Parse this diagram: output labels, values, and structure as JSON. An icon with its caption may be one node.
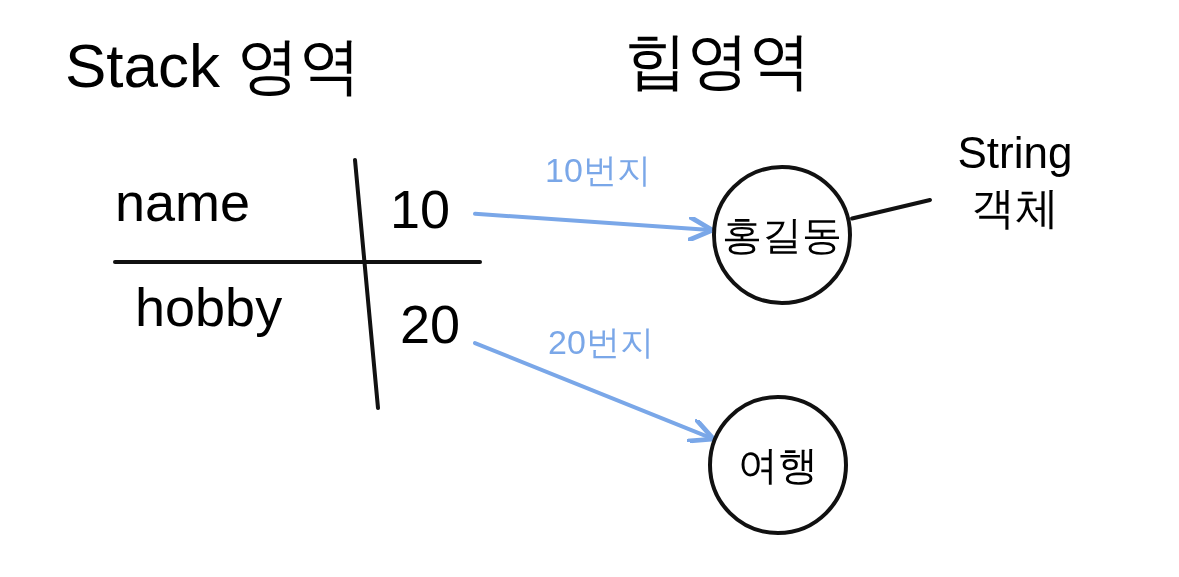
{
  "diagram": {
    "nodes": [
      {
        "text": [
          "10"
        ]
      },
      {
        "text": [
          "20"
        ]
      },
      {
        "text": [
          "홍길동"
        ]
      },
      {
        "text": [
          "여행"
        ]
      },
      {
        "text": [
          "String 객체"
        ]
      }
    ],
    "edges": [
      {
        "from": 0,
        "to": 2,
        "arrow": "to",
        "label": "10번지",
        "color": "#7aa7e8"
      },
      {
        "from": 1,
        "to": 3,
        "arrow": "to",
        "label": "20번지",
        "color": "#7aa7e8"
      },
      {
        "from": 4,
        "to": 2,
        "arrow": "none",
        "color": "#111111"
      }
    ],
    "labels": [
      "Stack 영역",
      "힙영역",
      "name",
      "hobby"
    ]
  }
}
